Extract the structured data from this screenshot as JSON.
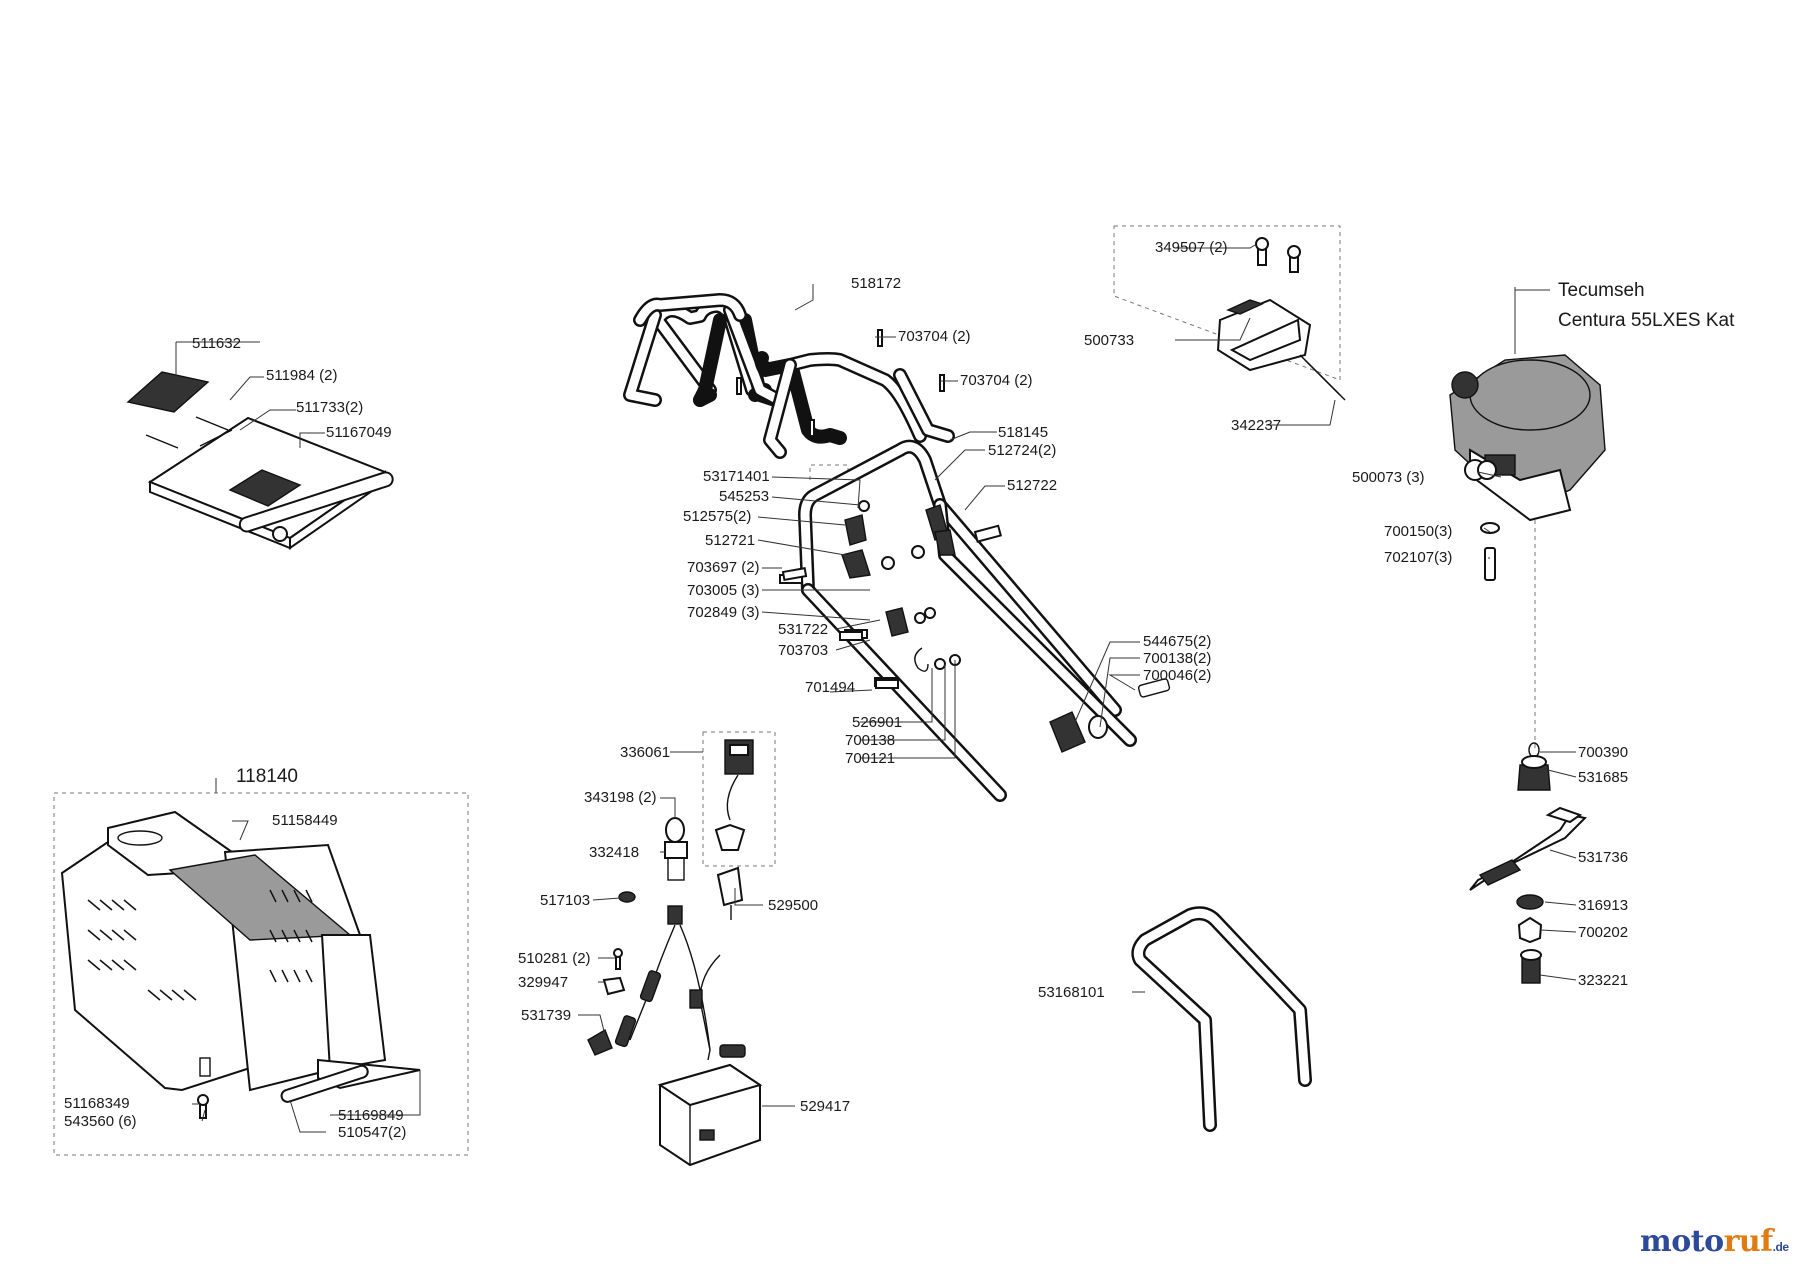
{
  "engine": {
    "line1": "Tecumseh",
    "line2": "Centura 55LXES Kat"
  },
  "group_label": "118140",
  "parts": [
    "511632",
    "511984 (2)",
    "511733(2)",
    "51167049",
    "518172",
    "703704 (2)",
    "703704 (2)",
    "518145",
    "512724(2)",
    "512722",
    "53171401",
    "545253",
    "512575(2)",
    "512721",
    "703697 (2)",
    "703005 (3)",
    "702849 (3)",
    "531722",
    "703703",
    "701494",
    "526901",
    "700138",
    "700121",
    "544675(2)",
    "700138(2)",
    "700046(2)",
    "349507 (2)",
    "500733",
    "342237",
    "500073 (3)",
    "700150(3)",
    "702107(3)",
    "700390",
    "531685",
    "531736",
    "316913",
    "700202",
    "323221",
    "51158449",
    "51168349",
    "543560 (6)",
    "51169849",
    "510547(2)",
    "336061",
    "343198 (2)",
    "332418",
    "517103",
    "529500",
    "510281 (2)",
    "329947",
    "531739",
    "529417",
    "53168101"
  ],
  "logo": {
    "part1": "moto",
    "part2": "ruf",
    "tld": ".de"
  }
}
